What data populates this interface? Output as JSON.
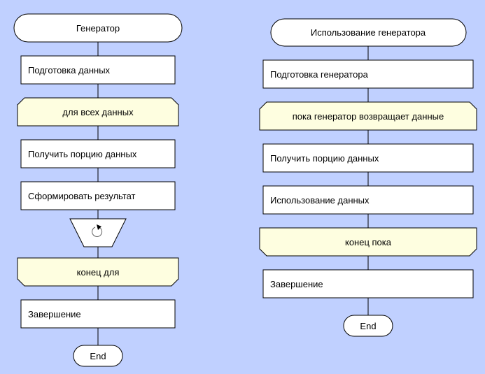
{
  "colors": {
    "background": "#c0d0ff",
    "loop_fill": "#fefee0",
    "block_fill": "#ffffff"
  },
  "left": {
    "title": "Генератор",
    "prepare": "Подготовка данных",
    "loop_start": "для всех данных",
    "get_portion": "Получить порцию данных",
    "form_result": "Сформировать результат",
    "yield_icon": "cycle-arrow-icon",
    "loop_end": "конец для",
    "finish": "Завершение",
    "end": "End"
  },
  "right": {
    "title": "Использование генератора",
    "prepare": "Подготовка генератора",
    "loop_start": "пока генератор возвращает данные",
    "get_portion": "Получить порцию данных",
    "use_data": "Использование данных",
    "loop_end": "конец пока",
    "finish": "Завершение",
    "end": "End"
  }
}
